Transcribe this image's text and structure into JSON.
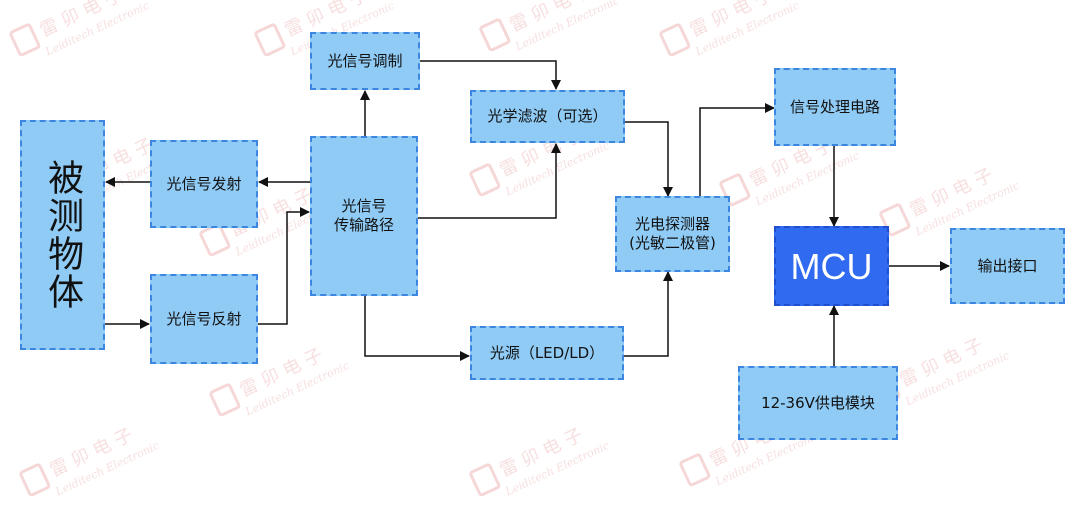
{
  "watermark": {
    "cn": "雷 卯 电 子",
    "en": "Leiditech Electronic"
  },
  "nodes": {
    "object": "被测物体",
    "emit": "光信号发射",
    "reflect": "光信号反射",
    "path_line1": "光信号",
    "path_line2": "传输路径",
    "modulate": "光信号调制",
    "filter": "光学滤波（可选）",
    "source": "光源（LED/LD）",
    "detector_line1": "光电探测器",
    "detector_line2": "(光敏二极管)",
    "processing": "信号处理电路",
    "mcu": "MCU",
    "output": "输出接口",
    "power": "12-36V供电模块"
  },
  "colors": {
    "box_fill": "#8fcbf5",
    "box_border": "#3c86df",
    "mcu_fill": "#2f6af0",
    "arrow": "#111111"
  }
}
